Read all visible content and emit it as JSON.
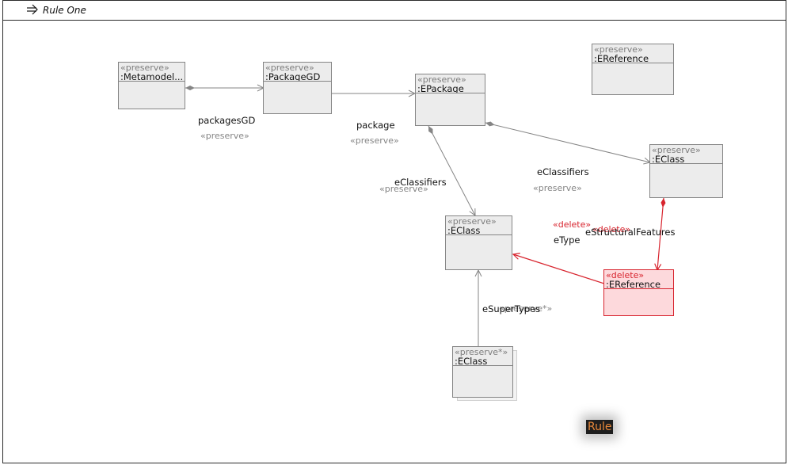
{
  "rule": {
    "title": "Rule One",
    "badge": "Rule"
  },
  "nodes": {
    "metamodel": {
      "stereotype": "«preserve»",
      "name": ":Metamodel..."
    },
    "packagegd": {
      "stereotype": "«preserve»",
      "name": ":PackageGD"
    },
    "epackage": {
      "stereotype": "«preserve»",
      "name": ":EPackage"
    },
    "ereference_top": {
      "stereotype": "«preserve»",
      "name": ":EReference"
    },
    "eclass_right": {
      "stereotype": "«preserve»",
      "name": ":EClass"
    },
    "eclass_mid": {
      "stereotype": "«preserve»",
      "name": ":EClass"
    },
    "ereference_del": {
      "stereotype": "«delete»",
      "name": ":EReference"
    },
    "eclass_multi": {
      "stereotype": "«preserve*»",
      "name": ":EClass"
    }
  },
  "edges": {
    "packagesgd": {
      "label": "packagesGD",
      "stereotype": "«preserve»"
    },
    "package": {
      "label": "package",
      "stereotype": "«preserve»"
    },
    "eclassifiers_down": {
      "label": "eClassifiers",
      "stereotype": "«preserve»"
    },
    "eclassifiers_right": {
      "label": "eClassifiers",
      "stereotype": "«preserve»"
    },
    "etype": {
      "label": "eType",
      "stereotype": "«delete»"
    },
    "estructural": {
      "label": "eStructuralFeatures",
      "stereotype": "«delete»"
    },
    "esupertypes": {
      "label": "eSuperTypes",
      "stereotype": "«preserve*»"
    }
  },
  "colors": {
    "preserve": "#858585",
    "delete": "#d8242e",
    "delete_fill": "#fdd9dc",
    "node_fill": "#ececec"
  }
}
